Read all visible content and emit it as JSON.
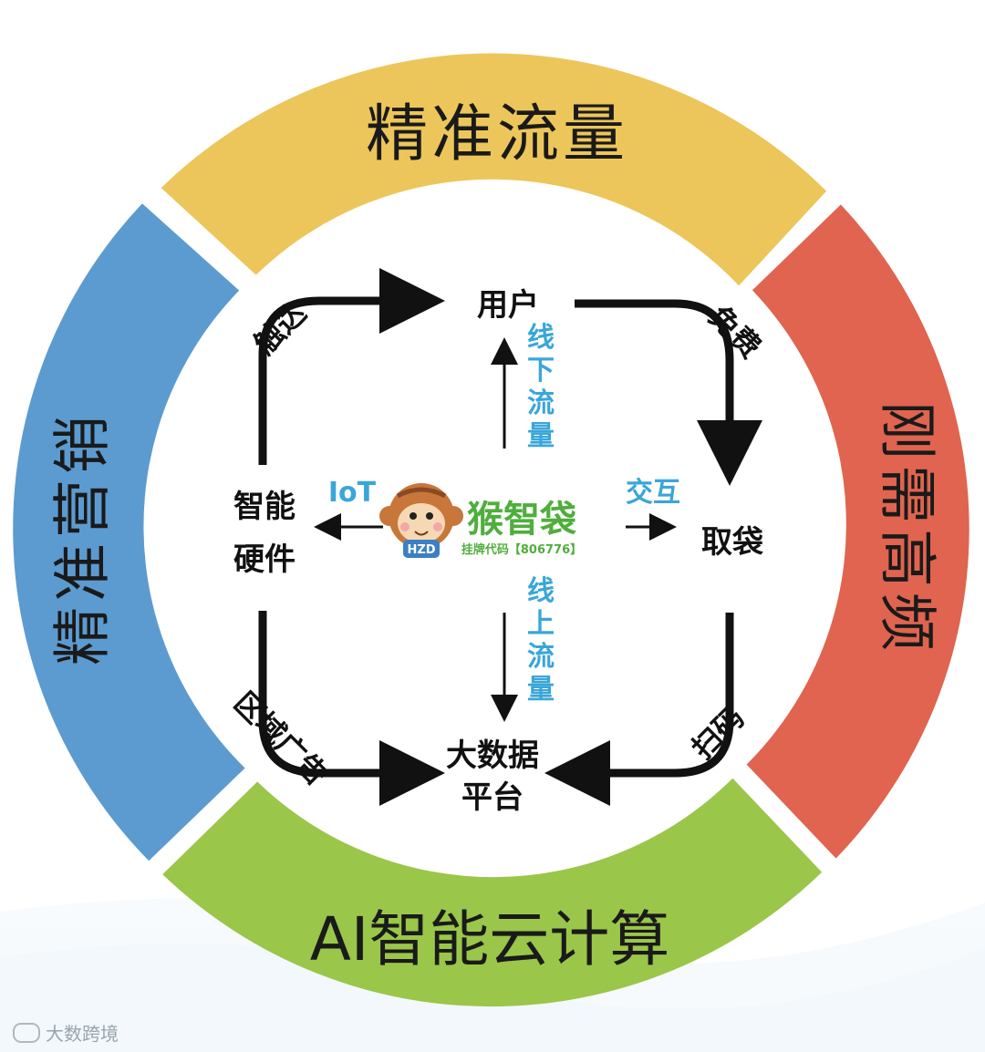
{
  "colors": {
    "top": "#ecc65a",
    "right": "#e0644f",
    "bottom": "#9ac64a",
    "left": "#5c9bd0",
    "accent_text": "#3aa6d8",
    "brand_green": "#4fae3c"
  },
  "ring": {
    "top": "精准流量",
    "right": "刚需高频",
    "bottom": "AI智能云计算",
    "left": "精准营销"
  },
  "nodes": {
    "top": "用户",
    "right": "取袋",
    "bottom_line1": "大数据",
    "bottom_line2": "平台",
    "left_line1": "智能",
    "left_line2": "硬件"
  },
  "arc_labels": {
    "top_left": "触达",
    "top_right": "免费",
    "bottom_right": "扫码",
    "bottom_left": "区域广告"
  },
  "spokes": {
    "up": "线下流量",
    "down": "线上流量",
    "left": "IoT",
    "right": "交互"
  },
  "logo": {
    "name": "猴智袋",
    "badge": "HZD",
    "ticker": "挂牌代码【806776】"
  },
  "watermark": "大数跨境"
}
